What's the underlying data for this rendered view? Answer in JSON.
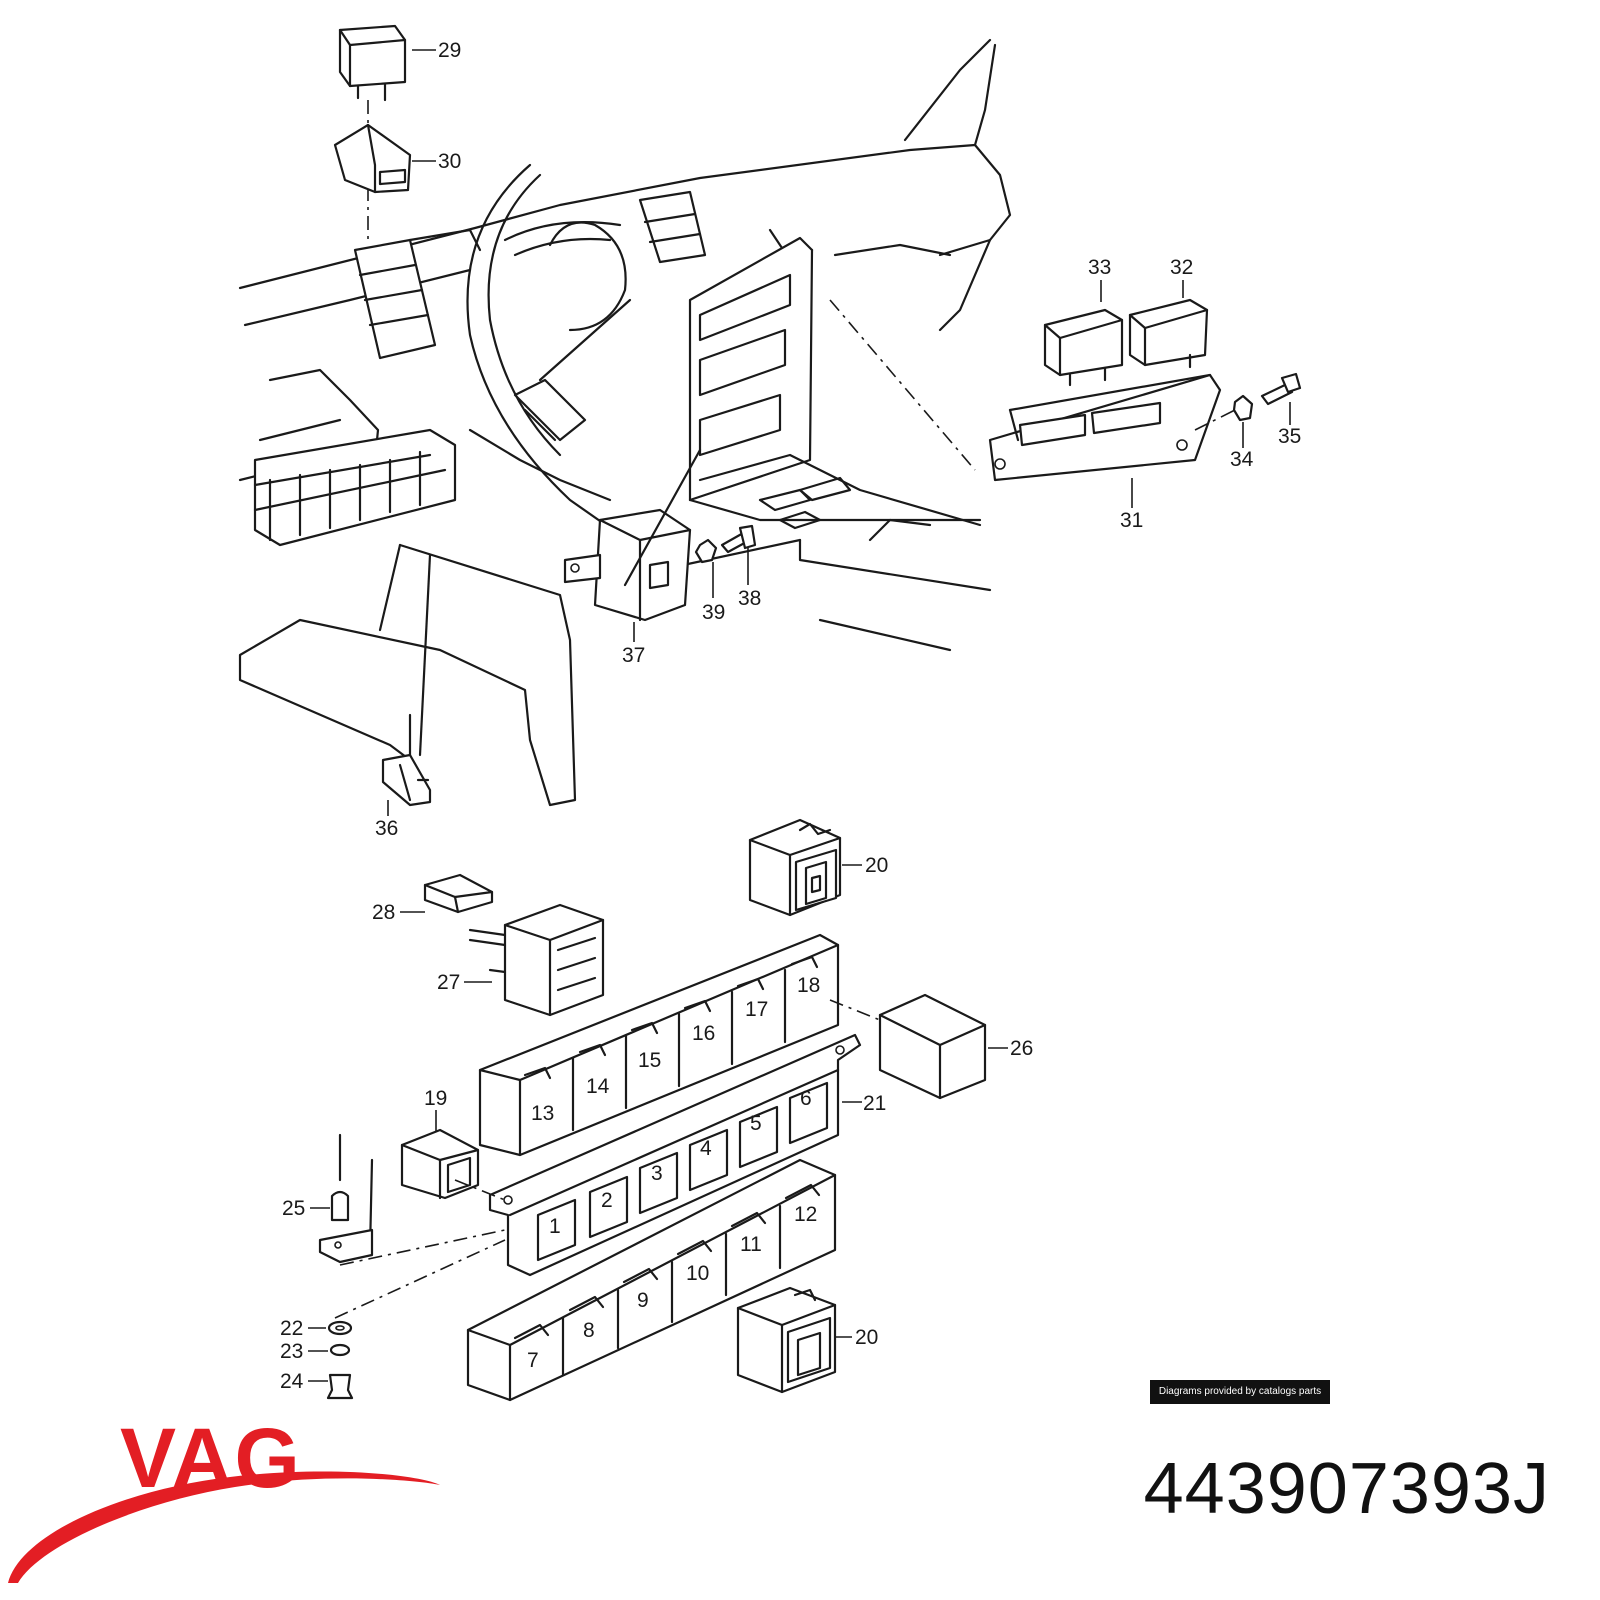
{
  "callouts": [
    {
      "id": "c29",
      "label": "29"
    },
    {
      "id": "c30",
      "label": "30"
    },
    {
      "id": "c33",
      "label": "33"
    },
    {
      "id": "c32",
      "label": "32"
    },
    {
      "id": "c35",
      "label": "35"
    },
    {
      "id": "c34",
      "label": "34"
    },
    {
      "id": "c31",
      "label": "31"
    },
    {
      "id": "c39",
      "label": "39"
    },
    {
      "id": "c38",
      "label": "38"
    },
    {
      "id": "c37",
      "label": "37"
    },
    {
      "id": "c36",
      "label": "36"
    },
    {
      "id": "c20a",
      "label": "20"
    },
    {
      "id": "c28",
      "label": "28"
    },
    {
      "id": "c27",
      "label": "27"
    },
    {
      "id": "c18",
      "label": "18"
    },
    {
      "id": "c17",
      "label": "17"
    },
    {
      "id": "c16",
      "label": "16"
    },
    {
      "id": "c15",
      "label": "15"
    },
    {
      "id": "c14",
      "label": "14"
    },
    {
      "id": "c13",
      "label": "13"
    },
    {
      "id": "c26",
      "label": "26"
    },
    {
      "id": "c21",
      "label": "21"
    },
    {
      "id": "c19",
      "label": "19"
    },
    {
      "id": "c6",
      "label": "6"
    },
    {
      "id": "c5",
      "label": "5"
    },
    {
      "id": "c4",
      "label": "4"
    },
    {
      "id": "c3",
      "label": "3"
    },
    {
      "id": "c2",
      "label": "2"
    },
    {
      "id": "c1",
      "label": "1"
    },
    {
      "id": "c25",
      "label": "25"
    },
    {
      "id": "c12",
      "label": "12"
    },
    {
      "id": "c11",
      "label": "11"
    },
    {
      "id": "c10",
      "label": "10"
    },
    {
      "id": "c9",
      "label": "9"
    },
    {
      "id": "c8",
      "label": "8"
    },
    {
      "id": "c7",
      "label": "7"
    },
    {
      "id": "c22",
      "label": "22"
    },
    {
      "id": "c23",
      "label": "23"
    },
    {
      "id": "c24",
      "label": "24"
    },
    {
      "id": "c20b",
      "label": "20"
    }
  ],
  "credit": "Diagrams provided by catalogs parts",
  "brand": {
    "name": "VAG",
    "color": "#e31e24"
  },
  "part_number": "443907393J"
}
